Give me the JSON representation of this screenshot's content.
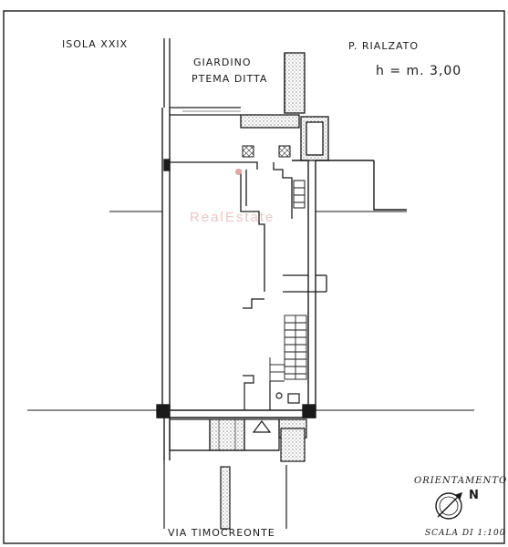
{
  "labels": {
    "isola": "ISOLA XXIX",
    "giardino_1": "GIARDINO",
    "giardino_2": "PTEMA DITTA",
    "piano": "P. RIALZATO",
    "altezza": "h = m. 3,00",
    "via": "VIA TIMOCREONTE",
    "orientamento": "ORIENTAMENTO",
    "nord": "N",
    "scala": "SCALA DI 1:100"
  },
  "watermark": "RealEstate",
  "colors": {
    "ink": "#1a1a1a",
    "hatch": "#8a8a8a",
    "watermark": "#e9b7b7"
  }
}
